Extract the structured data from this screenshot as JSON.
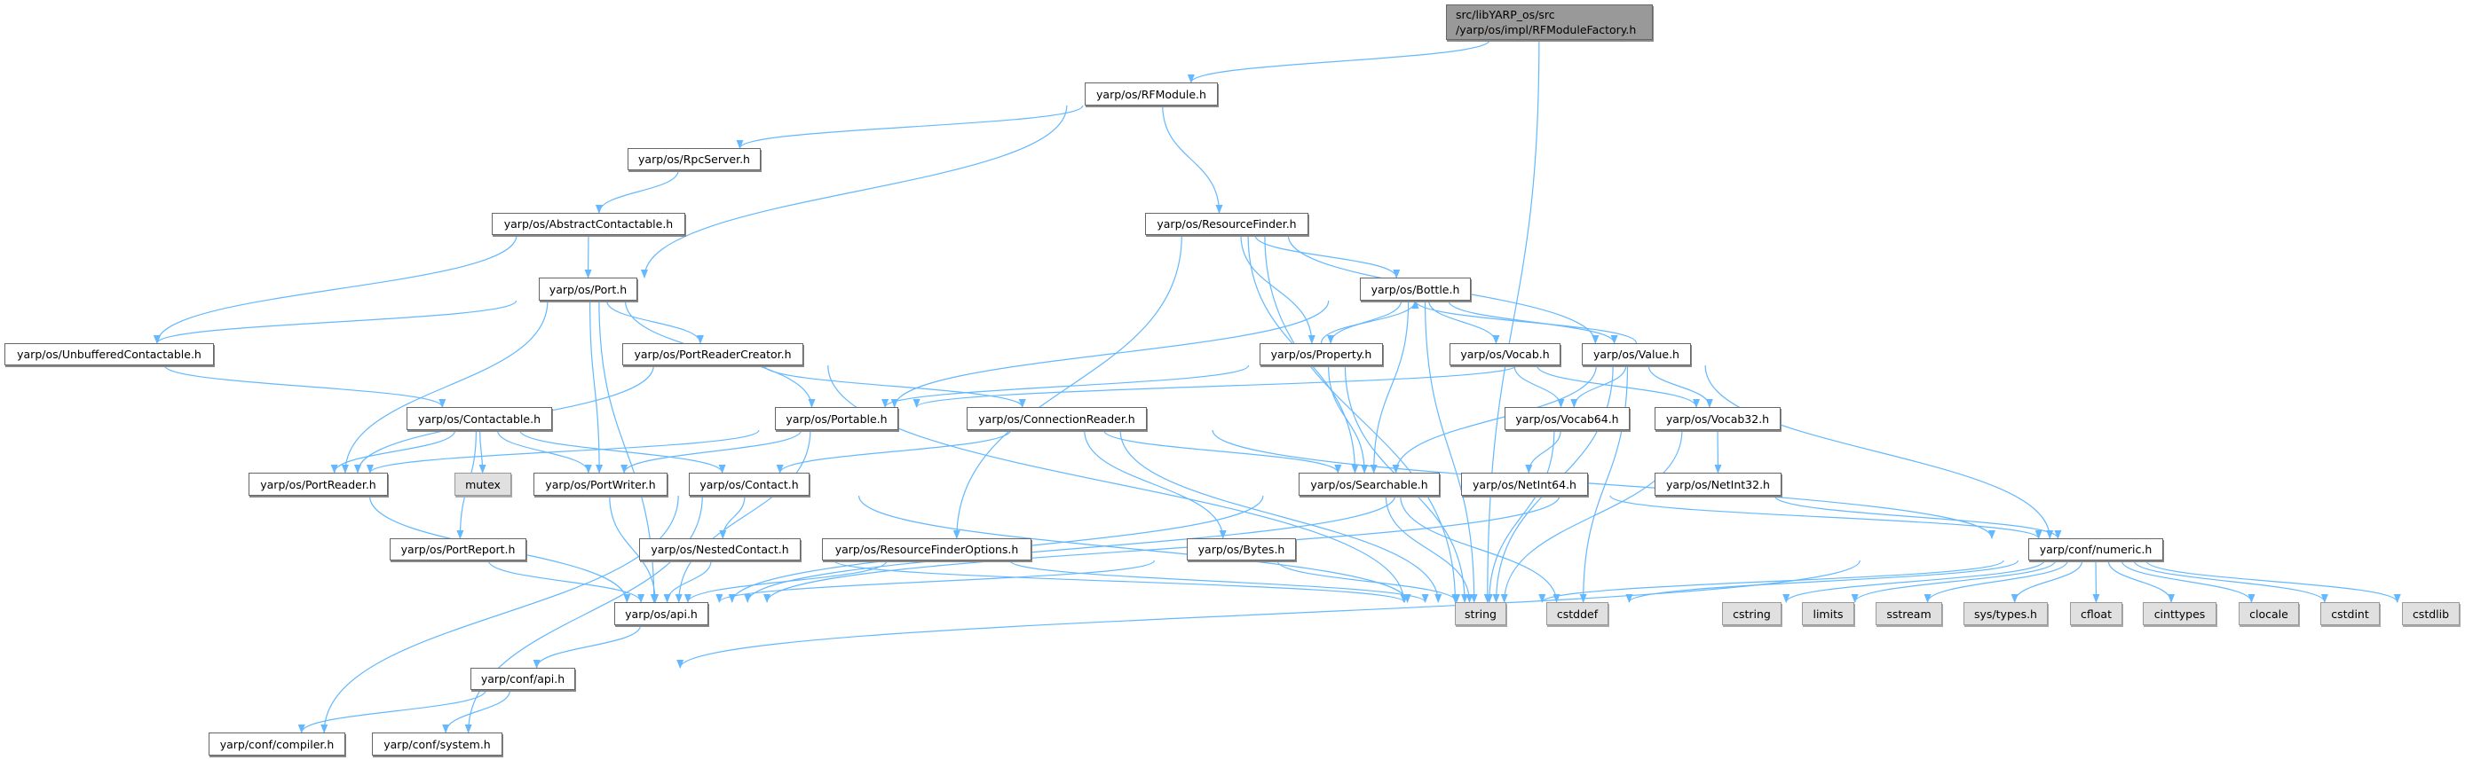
{
  "colors": {
    "edge": "#63b8ff",
    "node_fill": "#ffffff",
    "external_fill": "#e0e0e0",
    "root_fill": "#999999"
  },
  "root": {
    "id": "root",
    "label_lines": [
      "src/libYARP_os/src",
      "/yarp/os/impl/RFModuleFactory.h"
    ]
  },
  "nodes": [
    {
      "id": "RFModule",
      "label": "yarp/os/RFModule.h",
      "type": "normal"
    },
    {
      "id": "RpcServer",
      "label": "yarp/os/RpcServer.h",
      "type": "normal"
    },
    {
      "id": "AbstractContactable",
      "label": "yarp/os/AbstractContactable.h",
      "type": "normal"
    },
    {
      "id": "Port",
      "label": "yarp/os/Port.h",
      "type": "normal"
    },
    {
      "id": "UnbufferedContactable",
      "label": "yarp/os/UnbufferedContactable.h",
      "type": "normal"
    },
    {
      "id": "PortReaderCreator",
      "label": "yarp/os/PortReaderCreator.h",
      "type": "normal"
    },
    {
      "id": "ResourceFinder",
      "label": "yarp/os/ResourceFinder.h",
      "type": "normal"
    },
    {
      "id": "Bottle",
      "label": "yarp/os/Bottle.h",
      "type": "normal"
    },
    {
      "id": "Property",
      "label": "yarp/os/Property.h",
      "type": "normal"
    },
    {
      "id": "Vocab",
      "label": "yarp/os/Vocab.h",
      "type": "normal"
    },
    {
      "id": "Value",
      "label": "yarp/os/Value.h",
      "type": "normal"
    },
    {
      "id": "Contactable",
      "label": "yarp/os/Contactable.h",
      "type": "normal"
    },
    {
      "id": "Portable",
      "label": "yarp/os/Portable.h",
      "type": "normal"
    },
    {
      "id": "ConnectionReader",
      "label": "yarp/os/ConnectionReader.h",
      "type": "normal"
    },
    {
      "id": "Vocab64",
      "label": "yarp/os/Vocab64.h",
      "type": "normal"
    },
    {
      "id": "Vocab32",
      "label": "yarp/os/Vocab32.h",
      "type": "normal"
    },
    {
      "id": "PortReader",
      "label": "yarp/os/PortReader.h",
      "type": "normal"
    },
    {
      "id": "mutex",
      "label": "mutex",
      "type": "external"
    },
    {
      "id": "PortWriter",
      "label": "yarp/os/PortWriter.h",
      "type": "normal"
    },
    {
      "id": "Contact",
      "label": "yarp/os/Contact.h",
      "type": "normal"
    },
    {
      "id": "Searchable",
      "label": "yarp/os/Searchable.h",
      "type": "normal"
    },
    {
      "id": "NetInt64",
      "label": "yarp/os/NetInt64.h",
      "type": "normal"
    },
    {
      "id": "NetInt32",
      "label": "yarp/os/NetInt32.h",
      "type": "normal"
    },
    {
      "id": "PortReport",
      "label": "yarp/os/PortReport.h",
      "type": "normal"
    },
    {
      "id": "NestedContact",
      "label": "yarp/os/NestedContact.h",
      "type": "normal"
    },
    {
      "id": "ResourceFinderOptions",
      "label": "yarp/os/ResourceFinderOptions.h",
      "type": "normal"
    },
    {
      "id": "Bytes",
      "label": "yarp/os/Bytes.h",
      "type": "normal"
    },
    {
      "id": "numeric",
      "label": "yarp/conf/numeric.h",
      "type": "normal"
    },
    {
      "id": "osapi",
      "label": "yarp/os/api.h",
      "type": "normal"
    },
    {
      "id": "string",
      "label": "string",
      "type": "external"
    },
    {
      "id": "cstddef",
      "label": "cstddef",
      "type": "external"
    },
    {
      "id": "cstring",
      "label": "cstring",
      "type": "external"
    },
    {
      "id": "limits",
      "label": "limits",
      "type": "external"
    },
    {
      "id": "sstream",
      "label": "sstream",
      "type": "external"
    },
    {
      "id": "systypes",
      "label": "sys/types.h",
      "type": "external"
    },
    {
      "id": "cfloat",
      "label": "cfloat",
      "type": "external"
    },
    {
      "id": "cinttypes",
      "label": "cinttypes",
      "type": "external"
    },
    {
      "id": "clocale",
      "label": "clocale",
      "type": "external"
    },
    {
      "id": "cstdint",
      "label": "cstdint",
      "type": "external"
    },
    {
      "id": "cstdlib",
      "label": "cstdlib",
      "type": "external"
    },
    {
      "id": "confapi",
      "label": "yarp/conf/api.h",
      "type": "normal"
    },
    {
      "id": "compiler",
      "label": "yarp/conf/compiler.h",
      "type": "normal"
    },
    {
      "id": "system",
      "label": "yarp/conf/system.h",
      "type": "normal"
    }
  ],
  "edges": [
    [
      "root",
      "RFModule"
    ],
    [
      "root",
      "string"
    ],
    [
      "RFModule",
      "RpcServer"
    ],
    [
      "RFModule",
      "Port"
    ],
    [
      "RFModule",
      "ResourceFinder"
    ],
    [
      "RpcServer",
      "AbstractContactable"
    ],
    [
      "AbstractContactable",
      "Port"
    ],
    [
      "AbstractContactable",
      "UnbufferedContactable"
    ],
    [
      "Port",
      "UnbufferedContactable"
    ],
    [
      "Port",
      "PortReader"
    ],
    [
      "Port",
      "PortWriter"
    ],
    [
      "Port",
      "PortReaderCreator"
    ],
    [
      "Port",
      "Portable"
    ],
    [
      "Port",
      "osapi"
    ],
    [
      "UnbufferedContactable",
      "Contactable"
    ],
    [
      "PortReaderCreator",
      "PortReader"
    ],
    [
      "PortReaderCreator",
      "ConnectionReader"
    ],
    [
      "PortReaderCreator",
      "string"
    ],
    [
      "ResourceFinder",
      "Bottle"
    ],
    [
      "ResourceFinder",
      "Property"
    ],
    [
      "ResourceFinder",
      "Value"
    ],
    [
      "ResourceFinder",
      "Searchable"
    ],
    [
      "ResourceFinder",
      "string"
    ],
    [
      "ResourceFinder",
      "ResourceFinderOptions"
    ],
    [
      "Bottle",
      "Property"
    ],
    [
      "Property",
      "Bottle"
    ],
    [
      "Bottle",
      "Value"
    ],
    [
      "Value",
      "Bottle"
    ],
    [
      "Bottle",
      "Vocab"
    ],
    [
      "Bottle",
      "Portable"
    ],
    [
      "Bottle",
      "Searchable"
    ],
    [
      "Bottle",
      "string"
    ],
    [
      "Property",
      "Portable"
    ],
    [
      "Property",
      "Searchable"
    ],
    [
      "Property",
      "string"
    ],
    [
      "Vocab",
      "Vocab64"
    ],
    [
      "Vocab",
      "Vocab32"
    ],
    [
      "Value",
      "Portable"
    ],
    [
      "Value",
      "Searchable"
    ],
    [
      "Value",
      "Vocab64"
    ],
    [
      "Value",
      "Vocab32"
    ],
    [
      "Value",
      "numeric"
    ],
    [
      "Value",
      "string"
    ],
    [
      "Value",
      "cstddef"
    ],
    [
      "Contactable",
      "PortReader"
    ],
    [
      "Contactable",
      "mutex"
    ],
    [
      "Contactable",
      "PortWriter"
    ],
    [
      "Contactable",
      "Contact"
    ],
    [
      "Contactable",
      "PortReport"
    ],
    [
      "Portable",
      "PortReader"
    ],
    [
      "Portable",
      "PortWriter"
    ],
    [
      "Portable",
      "osapi"
    ],
    [
      "ConnectionReader",
      "Contact"
    ],
    [
      "ConnectionReader",
      "Searchable"
    ],
    [
      "ConnectionReader",
      "Bytes"
    ],
    [
      "ConnectionReader",
      "string"
    ],
    [
      "ConnectionReader",
      "numeric"
    ],
    [
      "PortReader",
      "osapi"
    ],
    [
      "PortWriter",
      "osapi"
    ],
    [
      "Contact",
      "NestedContact"
    ],
    [
      "Contact",
      "compiler"
    ],
    [
      "Contact",
      "system"
    ],
    [
      "Contact",
      "string"
    ],
    [
      "PortReport",
      "osapi"
    ],
    [
      "NestedContact",
      "osapi"
    ],
    [
      "NestedContact",
      "string"
    ],
    [
      "ResourceFinderOptions",
      "osapi"
    ],
    [
      "ResourceFinderOptions",
      "string"
    ],
    [
      "Bytes",
      "osapi"
    ],
    [
      "Bytes",
      "string"
    ],
    [
      "Searchable",
      "osapi"
    ],
    [
      "Searchable",
      "string"
    ],
    [
      "Searchable",
      "cstddef"
    ],
    [
      "Vocab64",
      "NetInt64"
    ],
    [
      "Vocab64",
      "string"
    ],
    [
      "Vocab32",
      "NetInt32"
    ],
    [
      "Vocab32",
      "string"
    ],
    [
      "NetInt64",
      "numeric"
    ],
    [
      "NetInt64",
      "osapi"
    ],
    [
      "NetInt32",
      "numeric"
    ],
    [
      "NetInt32",
      "osapi"
    ],
    [
      "numeric",
      "string"
    ],
    [
      "numeric",
      "cstddef"
    ],
    [
      "numeric",
      "cstring"
    ],
    [
      "numeric",
      "limits"
    ],
    [
      "numeric",
      "sstream"
    ],
    [
      "numeric",
      "systypes"
    ],
    [
      "numeric",
      "cfloat"
    ],
    [
      "numeric",
      "cinttypes"
    ],
    [
      "numeric",
      "clocale"
    ],
    [
      "numeric",
      "cstdint"
    ],
    [
      "numeric",
      "cstdlib"
    ],
    [
      "numeric",
      "confapi"
    ],
    [
      "osapi",
      "confapi"
    ],
    [
      "confapi",
      "compiler"
    ],
    [
      "confapi",
      "system"
    ]
  ]
}
